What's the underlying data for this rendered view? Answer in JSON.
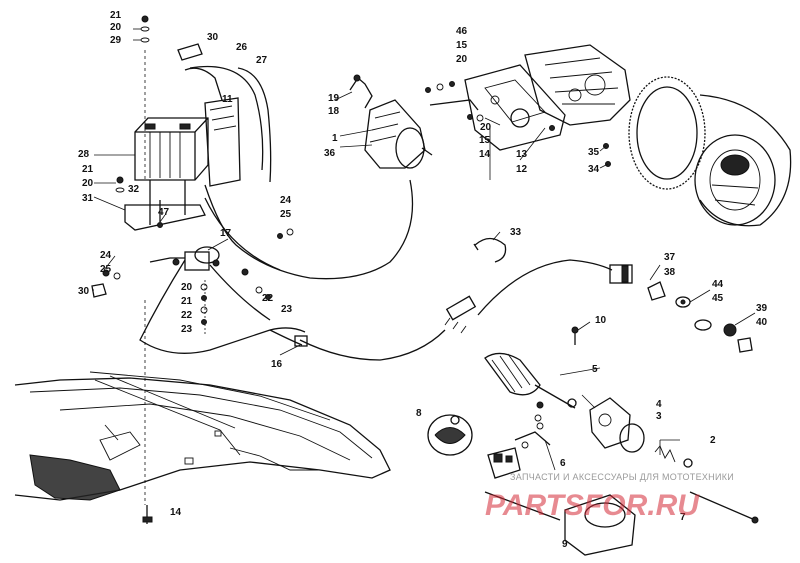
{
  "labels": {
    "l1": "1",
    "l2": "2",
    "l3": "3",
    "l4": "4",
    "l5": "5",
    "l6": "6",
    "l7": "7",
    "l8": "8",
    "l9": "9",
    "l10": "10",
    "l11": "11",
    "l12": "12",
    "l13": "13",
    "l14": "14",
    "l14b": "14",
    "l15": "15",
    "l15b": "15",
    "l16": "16",
    "l17": "17",
    "l18": "18",
    "l19": "19",
    "l20a": "20",
    "l20b": "20",
    "l20c": "20",
    "l20d": "20",
    "l21a": "21",
    "l21b": "21",
    "l21c": "21",
    "l22a": "22",
    "l22b": "22",
    "l23a": "23",
    "l23b": "23",
    "l24a": "24",
    "l24b": "24",
    "l25a": "25",
    "l25b": "25",
    "l26": "26",
    "l27": "27",
    "l28": "28",
    "l29": "29",
    "l30a": "30",
    "l30b": "30",
    "l31": "31",
    "l32": "32",
    "l33": "33",
    "l34": "34",
    "l35": "35",
    "l36": "36",
    "l37": "37",
    "l38": "38",
    "l39": "39",
    "l40": "40",
    "l44": "44",
    "l45": "45",
    "l46": "46",
    "l47": "47"
  },
  "watermark": {
    "text": "ЗАПЧАСТИ И АКСЕССУАРЫ ДЛЯ МОТОТЕХНИКИ",
    "logo": "PARTSFOR.RU"
  },
  "colors": {
    "ink": "#111111",
    "background": "#ffffff",
    "watermark_red": "#d42a36",
    "watermark_gray": "#9a9a9a"
  }
}
